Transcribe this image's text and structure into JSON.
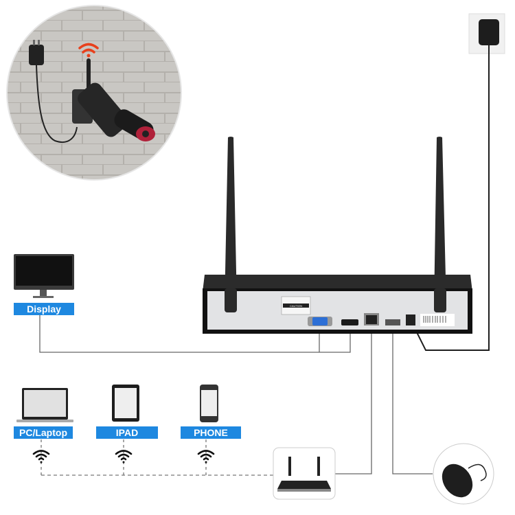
{
  "labels": {
    "display": "Display",
    "pc": "PC/Laptop",
    "ipad": "IPAD",
    "phone": "PHONE"
  },
  "nvr": {
    "caution": "CAUTION"
  },
  "colors": {
    "accent": "#1e88e0",
    "wifi_signal": "#e8401c"
  }
}
